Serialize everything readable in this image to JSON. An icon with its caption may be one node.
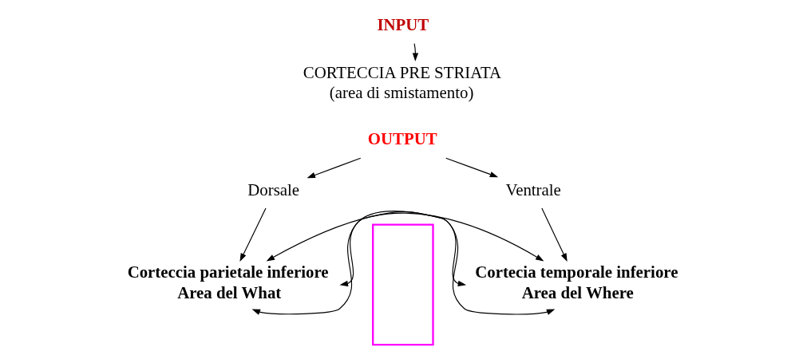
{
  "diagram": {
    "nodes": [
      {
        "text": [
          "INPUT"
        ]
      },
      {
        "text": [
          "CORTECCIA PRE STRIATA",
          "(area di smistamento)"
        ]
      },
      {
        "text": [
          "OUTPUT"
        ]
      },
      {
        "text": [
          "Dorsale"
        ]
      },
      {
        "text": [
          "Ventrale"
        ]
      },
      {
        "text": [
          "Corteccia parietale inferiore",
          "Area del What"
        ]
      },
      {
        "text": [],
        "shape": "box"
      },
      {
        "text": [
          "Cortecia temporale inferiore",
          "Area del Where"
        ]
      }
    ],
    "edges": [
      {
        "from": 0,
        "to": 1,
        "arrow": "to"
      },
      {
        "from": 2,
        "to": 3,
        "arrow": "to"
      },
      {
        "from": 2,
        "to": 4,
        "arrow": "to"
      },
      {
        "from": 3,
        "to": 5,
        "arrow": "to"
      },
      {
        "from": 4,
        "to": 7,
        "arrow": "to"
      },
      {
        "from": 5,
        "to": 7,
        "arrow": "both"
      },
      {
        "from": 5,
        "to": 7,
        "arrow": "both"
      },
      {
        "from": 5,
        "to": 7,
        "arrow": "both"
      }
    ]
  }
}
